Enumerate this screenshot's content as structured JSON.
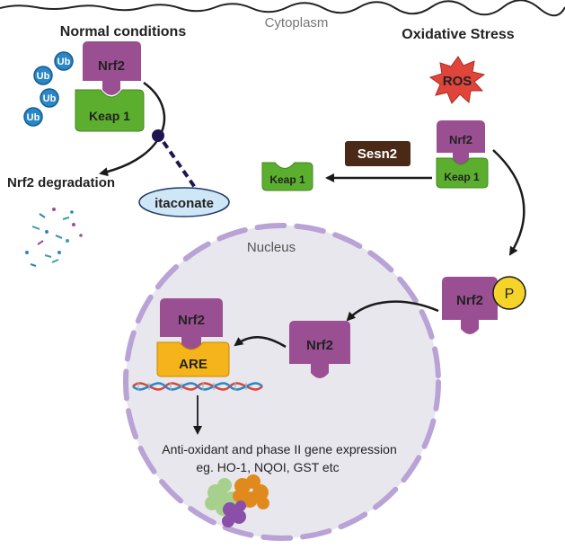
{
  "labels": {
    "cytoplasm": "Cytoplasm",
    "normal_conditions": "Normal conditions",
    "oxidative_stress": "Oxidative Stress",
    "ros": "ROS",
    "nrf2_degradation": "Nrf2 degradation",
    "itaconate": "itaconate",
    "sesn2": "Sesn2",
    "nucleus": "Nucleus",
    "nrf2": "Nrf2",
    "keap1": "Keap 1",
    "ub": "Ub",
    "p": "P",
    "are": "ARE",
    "gene_line1": "Anti-oxidant and phase II gene expression",
    "gene_line2": "eg. HO-1, NQOI, GST etc"
  },
  "colors": {
    "nrf2": "#9b4f93",
    "keap1": "#5cae2f",
    "ub": "#2b86c5",
    "ros": "#e0453b",
    "sesn2": "#4a2a17",
    "itaconate": "#cfe6f7",
    "phosphate": "#f5d328",
    "are": "#f4b41a",
    "nucleus_fill": "#e9e7ee",
    "nucleus_border": "#b9a3d6",
    "arrow": "#1a1a1a"
  }
}
